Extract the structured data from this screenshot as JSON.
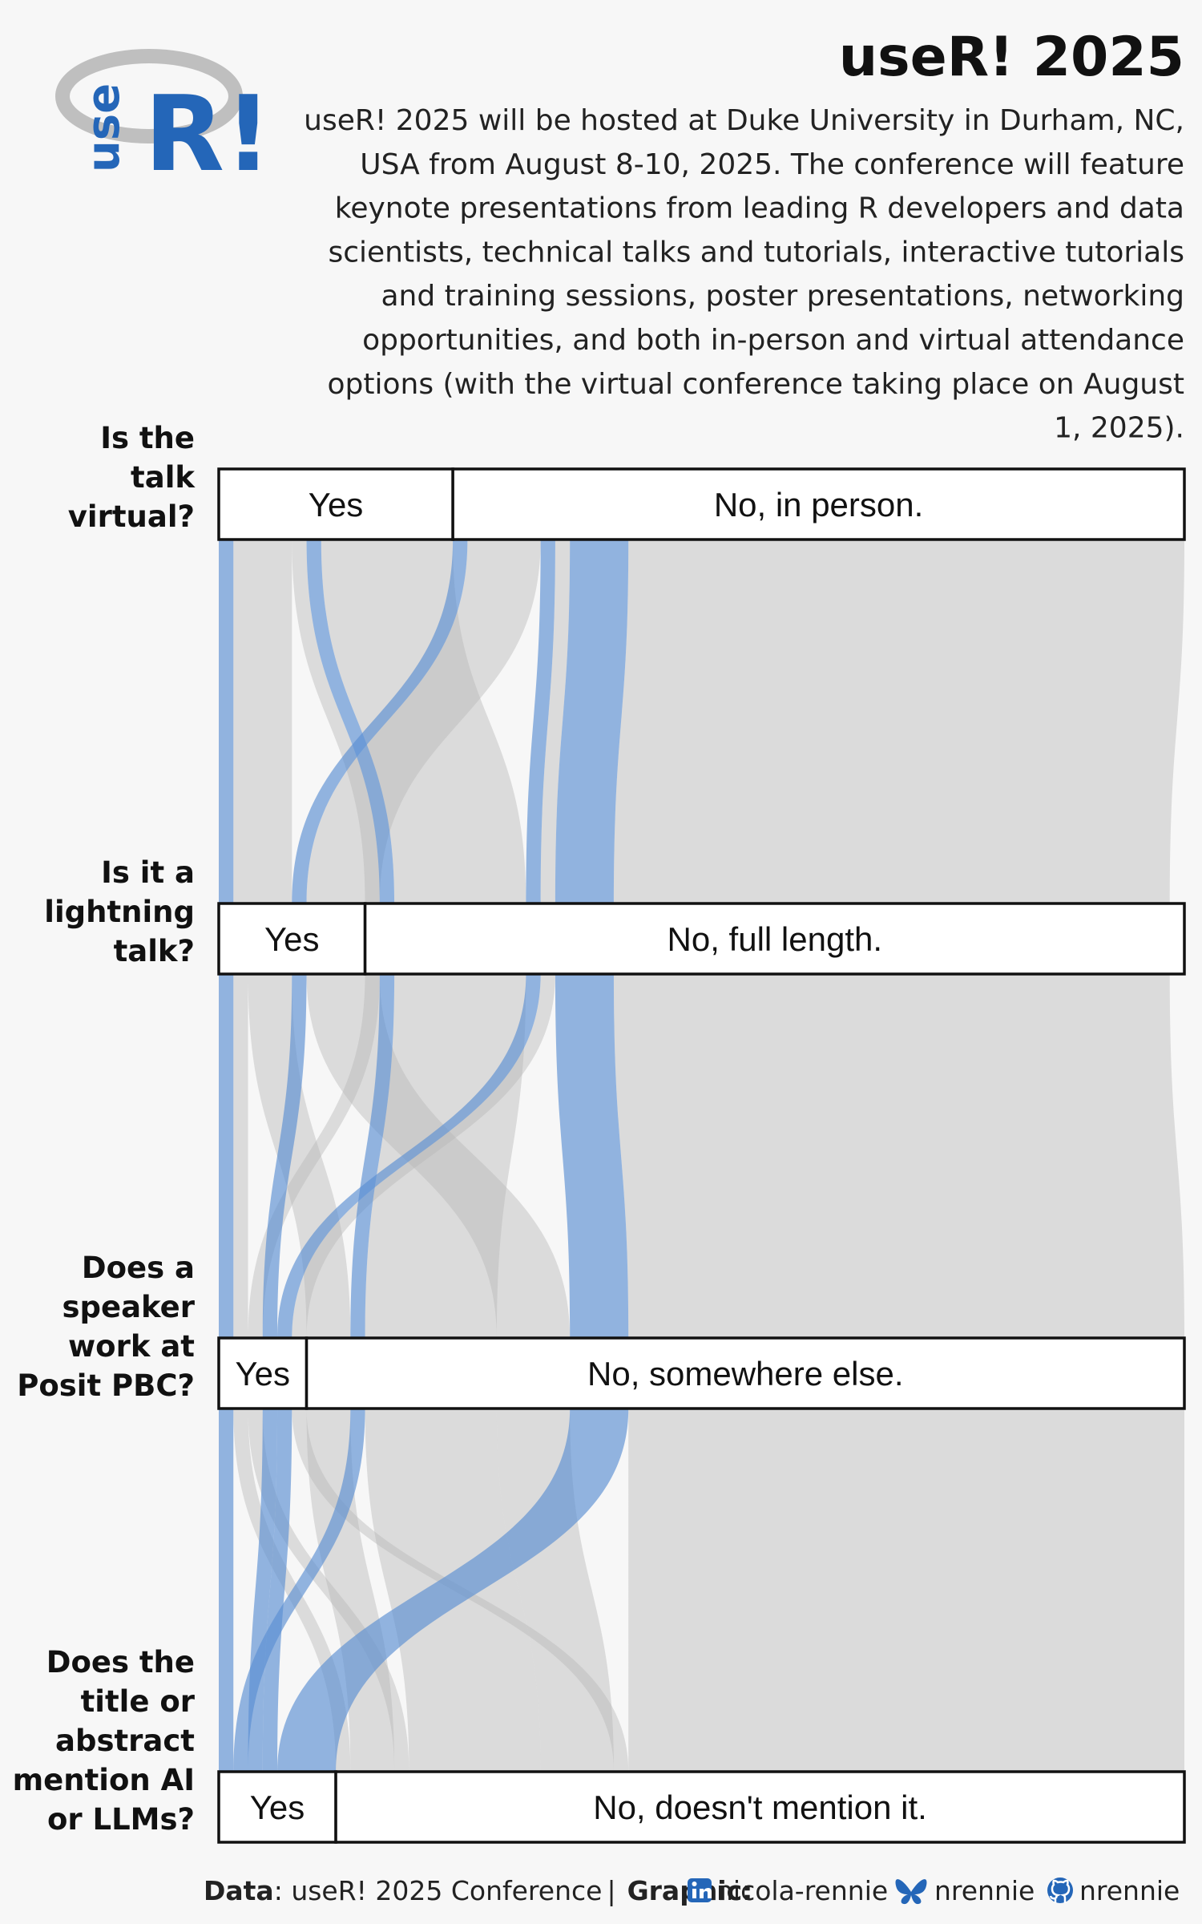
{
  "header": {
    "title": "useR! 2025",
    "logo_text": "useR!",
    "subtitle_lines": [
      "useR! 2025 will be hosted at Duke University in Durham, NC,",
      "USA from August 8-10, 2025. The conference will feature",
      "keynote presentations from leading R developers and data",
      "scientists, technical talks and tutorials, interactive tutorials",
      "and training sessions, poster presentations, networking",
      "opportunities, and both in-person and virtual attendance",
      "options (with the virtual conference taking place on August",
      "1, 2025)."
    ]
  },
  "chart_data": {
    "type": "parallel-sets",
    "axes": [
      {
        "question_lines": [
          "Is the",
          "talk",
          "virtual?"
        ],
        "categories": [
          "Yes",
          "No, in person."
        ],
        "counts": [
          16,
          50
        ]
      },
      {
        "question_lines": [
          "Is it a",
          "lightning",
          "talk?"
        ],
        "categories": [
          "Yes",
          "No, full length."
        ],
        "counts": [
          10,
          56
        ]
      },
      {
        "question_lines": [
          "Does a",
          "speaker",
          "work at",
          "Posit PBC?"
        ],
        "categories": [
          "Yes",
          "No, somewhere else."
        ],
        "counts": [
          6,
          60
        ]
      },
      {
        "question_lines": [
          "Does the",
          "title or",
          "abstract",
          "mention AI",
          "or LLMs?"
        ],
        "categories": [
          "Yes",
          "No, doesn't mention it."
        ],
        "counts": [
          8,
          58
        ]
      }
    ],
    "highlight_category": "Yes (mentions AI or LLMs)",
    "paths": [
      {
        "answers": [
          "Yes",
          "Yes",
          "Yes",
          "Yes"
        ],
        "count": 1
      },
      {
        "answers": [
          "Yes",
          "Yes",
          "Yes",
          "No"
        ],
        "count": 1
      },
      {
        "answers": [
          "Yes",
          "Yes",
          "No",
          "No"
        ],
        "count": 3
      },
      {
        "answers": [
          "Yes",
          "No",
          "Yes",
          "No"
        ],
        "count": 1
      },
      {
        "answers": [
          "Yes",
          "No",
          "No",
          "Yes"
        ],
        "count": 1
      },
      {
        "answers": [
          "Yes",
          "No",
          "No",
          "No"
        ],
        "count": 9
      },
      {
        "answers": [
          "No",
          "Yes",
          "Yes",
          "Yes"
        ],
        "count": 1
      },
      {
        "answers": [
          "No",
          "Yes",
          "No",
          "No"
        ],
        "count": 5
      },
      {
        "answers": [
          "No",
          "No",
          "Yes",
          "Yes"
        ],
        "count": 1
      },
      {
        "answers": [
          "No",
          "No",
          "Yes",
          "No"
        ],
        "count": 1
      },
      {
        "answers": [
          "No",
          "No",
          "No",
          "Yes"
        ],
        "count": 4
      },
      {
        "answers": [
          "No",
          "No",
          "No",
          "No"
        ],
        "count": 38
      }
    ],
    "colors": {
      "highlight": "#5b8fd3",
      "neutral": "#b9b9b9",
      "background": "#f7f7f7",
      "bar_fill": "#ffffff",
      "bar_stroke": "#111111"
    }
  },
  "caption": {
    "data_label": "Data",
    "data_text": ": useR! 2025 Conference",
    "separator": "|",
    "graphic_label": "Graphic:",
    "linkedin": "nicola-rennie",
    "bluesky": "nrennie",
    "github": "nrennie",
    "icons": [
      "linkedin-icon",
      "bluesky-icon",
      "github-icon"
    ]
  }
}
